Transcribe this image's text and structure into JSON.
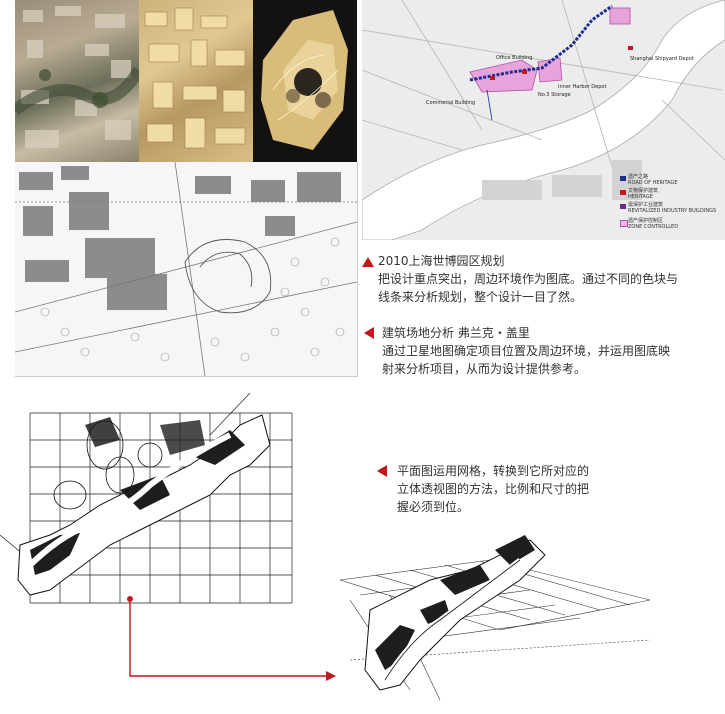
{
  "captions": [
    {
      "title": "2010上海世博园区规划",
      "body_lines": [
        "把设计重点突出，周边环境作为图底。通过不同的色块与",
        "线条来分析规划，整个设计一目了然。"
      ]
    },
    {
      "title": "建筑场地分析    弗兰克・盖里",
      "body_lines": [
        "通过卫星地图确定项目位置及周边环境，并运用图底映",
        "射来分析项目，从而为设计提供参考。"
      ]
    },
    {
      "lines": [
        "平面图运用网格，转换到它所对应的",
        "立体透视图的方法，比例和尺寸的把",
        "握必须到位。"
      ]
    }
  ],
  "map": {
    "labels": [
      "Office Building",
      "Commerial Building",
      "No.3 Storage",
      "Inner Harbor Depot",
      "Shanghai Shipyard Depot"
    ],
    "legend": [
      {
        "zh": "遗产之路",
        "en": "ROAD OF HERITAGE",
        "color": "#1a2c8c"
      },
      {
        "zh": "文物保护建筑",
        "en": "HERITAGE",
        "color": "#c4161c"
      },
      {
        "zh": "需保护工业建筑",
        "en": "REVITALIZED INDUSTRY BUILDINGS",
        "color": "#6b2b8a"
      },
      {
        "zh": "遗产保护控制区",
        "en": "ZONE CONTROLLED",
        "color": "#f2b8e6"
      }
    ]
  },
  "colors": {
    "accent": "#c4161c",
    "route": "#1a2c8c",
    "zone": "#e6a3dc"
  }
}
